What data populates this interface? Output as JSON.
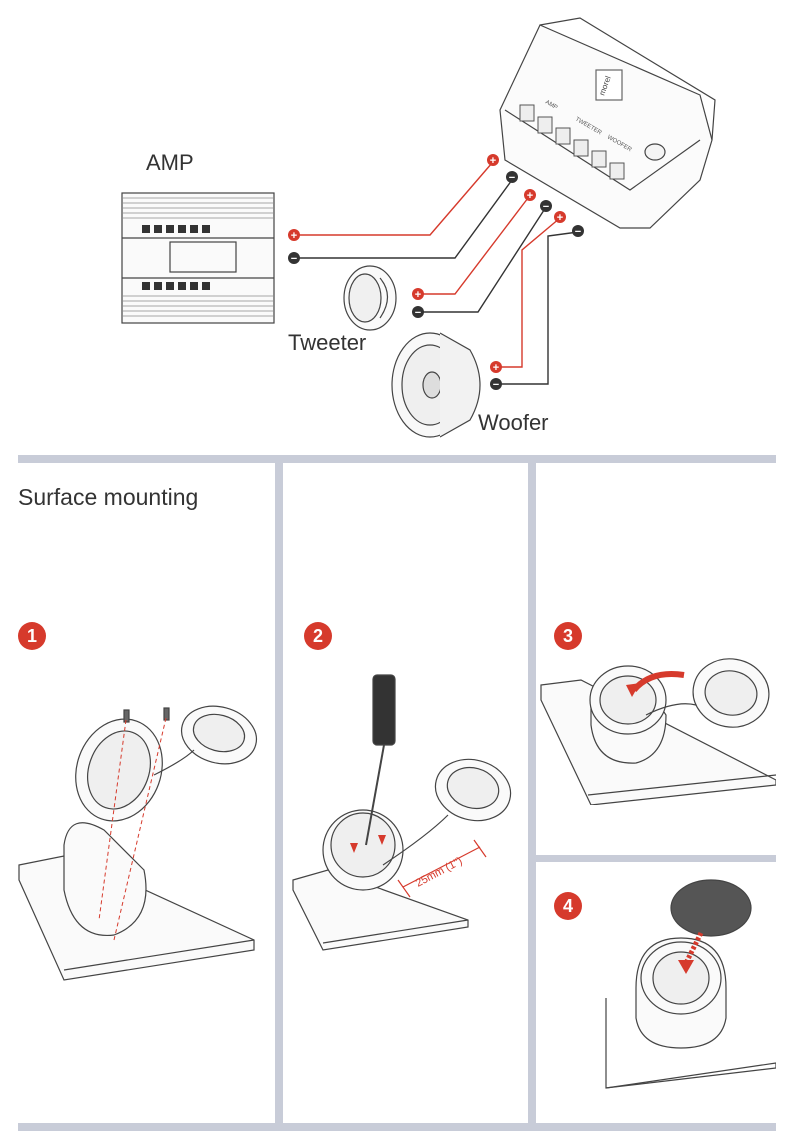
{
  "wiring": {
    "amp_label": "AMP",
    "tweeter_label": "Tweeter",
    "woofer_label": "Woofer",
    "crossover_brand": "morel",
    "crossover_terminals": [
      "AMP",
      "TWEETER",
      "WOOFER"
    ]
  },
  "section": {
    "title": "Surface mounting"
  },
  "steps": [
    {
      "number": "1"
    },
    {
      "number": "2",
      "dimension": "25mm (1\")"
    },
    {
      "number": "3"
    },
    {
      "number": "4"
    }
  ],
  "colors": {
    "accent": "#d63a2c",
    "line": "#333333",
    "divider": "#c8ccd8"
  }
}
